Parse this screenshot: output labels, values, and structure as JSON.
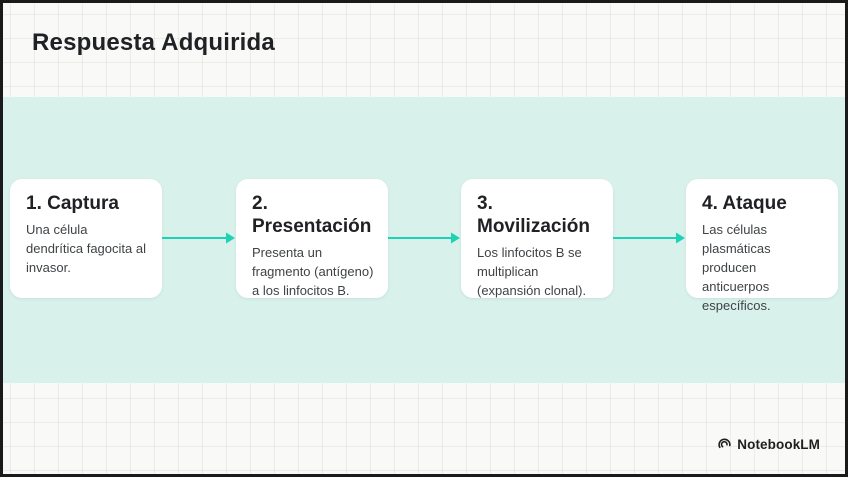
{
  "slide": {
    "title": "Respuesta Adquirida",
    "steps": [
      {
        "title": "1. Captura",
        "description": "Una célula dendrítica fagocita al invasor."
      },
      {
        "title": "2. Presentación",
        "description": "Presenta un fragmento (antígeno) a los linfocitos B."
      },
      {
        "title": "3. Movilización",
        "description": "Los linfocitos B se multiplican (expansión clonal)."
      },
      {
        "title": "4. Ataque",
        "description": "Las células plasmáticas producen anticuerpos específicos."
      }
    ],
    "branding": {
      "icon": "notebooklm-logo-icon",
      "label": "NotebookLM"
    },
    "colors": {
      "band": "#d8f1ea",
      "arrow": "#1ed3b5",
      "card_background": "#ffffff",
      "page_background": "#f9f9f8",
      "title_text": "#202124",
      "body_text": "#3f4346",
      "frame_border": "#1a1a1a"
    }
  }
}
